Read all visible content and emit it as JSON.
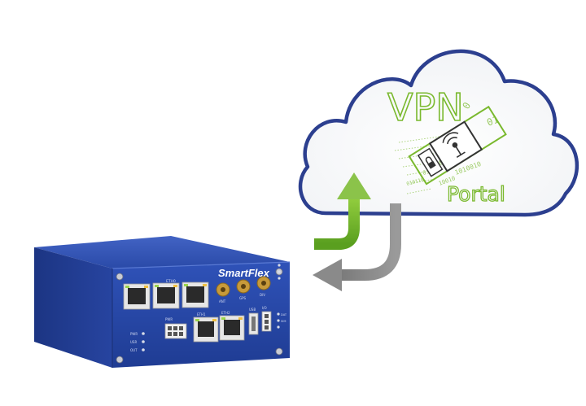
{
  "device": {
    "brand": "SmartFlex",
    "port_labels": {
      "eth_top": "ETH0",
      "power": "PWR",
      "ant1": "ANT",
      "ant2": "GPS",
      "ant3": "DIV",
      "eth_bottom_left": "ETH1",
      "eth_bottom_right": "ETH2",
      "usb": "USB",
      "io": "I/O",
      "led_left": [
        "PWR",
        "USR",
        "OUT"
      ],
      "led_right": [
        "DAT",
        "SIM"
      ]
    }
  },
  "cloud": {
    "title": "VPN",
    "subtitle": "Portal",
    "binary_lines": [
      "0",
      "01",
      "010111",
      "0100101",
      "01001",
      "1010010",
      "010110",
      "10010"
    ]
  },
  "colors": {
    "device_blue": "#2a4aa8",
    "cloud_outline": "#2c3f8f",
    "upload_arrow": "#7ab92e",
    "download_arrow": "#8a8a8a",
    "vpn_green": "#8bc34a"
  },
  "icons": {
    "upload": "arrow-up-icon",
    "download": "arrow-left-icon",
    "lock": "lock-icon",
    "signal": "signal-icon"
  }
}
